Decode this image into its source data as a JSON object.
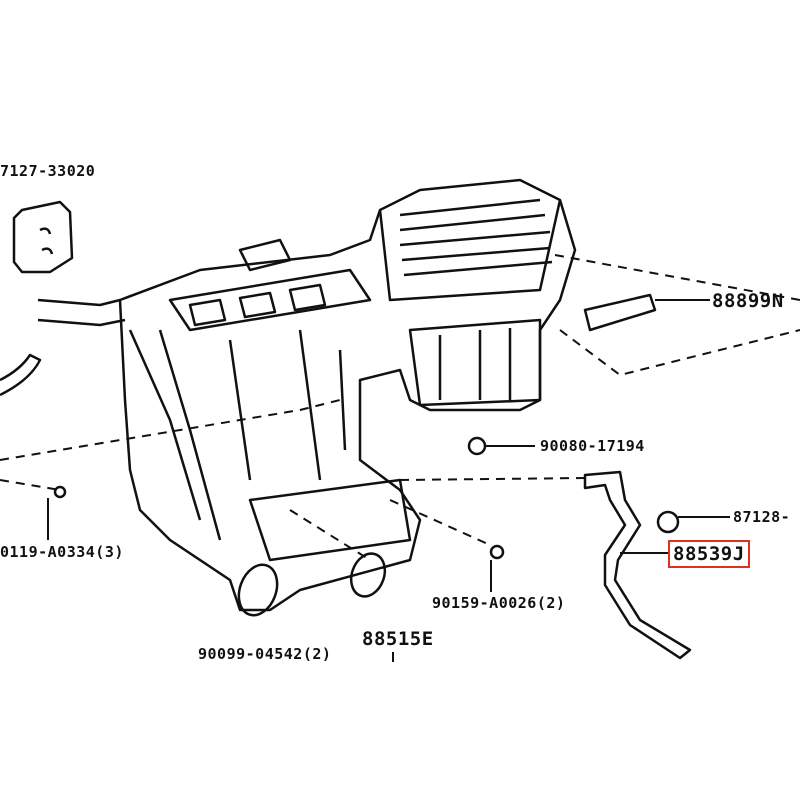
{
  "diagram": {
    "highlight_color": "#e0301e",
    "parts": [
      {
        "id": "p1",
        "label": "7127-33020"
      },
      {
        "id": "p2",
        "label": "88899N"
      },
      {
        "id": "p3",
        "label": "90080-17194"
      },
      {
        "id": "p4",
        "label": "87128-"
      },
      {
        "id": "p5",
        "label": "88539J",
        "highlighted": true
      },
      {
        "id": "p6",
        "label": "0119-A0334(3)"
      },
      {
        "id": "p7",
        "label": "90159-A0026(2)"
      },
      {
        "id": "p8",
        "label": "90099-04542(2)"
      },
      {
        "id": "p9",
        "label": "88515E"
      }
    ]
  }
}
